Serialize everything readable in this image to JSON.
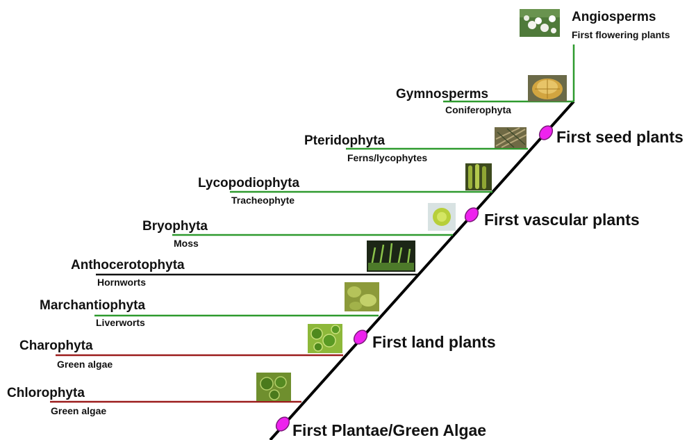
{
  "clades": [
    {
      "id": "chlorophyta",
      "name": "Chlorophyta",
      "sub": "Green algae",
      "color": "#9b1c1c",
      "photo": "green-algae-cells-photo"
    },
    {
      "id": "charophyta",
      "name": "Charophyta",
      "sub": "Green algae",
      "color": "#9b1c1c",
      "photo": "charophyta-cells-photo"
    },
    {
      "id": "marchantiophyta",
      "name": "Marchantiophyta",
      "sub": "Liverworts",
      "color": "#2e9a2e",
      "photo": "liverwort-photo"
    },
    {
      "id": "anthocerotophyta",
      "name": "Anthocerotophyta",
      "sub": "Hornworts",
      "color": "#111111",
      "photo": "hornwort-photo"
    },
    {
      "id": "bryophyta",
      "name": "Bryophyta",
      "sub": "Moss",
      "color": "#2e9a2e",
      "photo": "moss-photo"
    },
    {
      "id": "lycopodiophyta",
      "name": "Lycopodiophyta",
      "sub": "Tracheophyte",
      "color": "#2e9a2e",
      "photo": "lycopod-photo"
    },
    {
      "id": "pteridophyta",
      "name": "Pteridophyta",
      "sub": "Ferns/lycophytes",
      "color": "#2e9a2e",
      "photo": "fern-photo"
    },
    {
      "id": "gymnosperms",
      "name": "Gymnosperms",
      "sub": "Coniferophyta",
      "color": "#2e9a2e",
      "photo": "cone-photo"
    }
  ],
  "angiosperms": {
    "name": "Angiosperms",
    "sub": "First flowering plants",
    "color": "#2e9a2e",
    "photo": "flowers-photo"
  },
  "milestones": [
    {
      "id": "plantae",
      "label": "First Plantae/Green Algae"
    },
    {
      "id": "land",
      "label": "First land plants"
    },
    {
      "id": "vascular",
      "label": "First vascular plants"
    },
    {
      "id": "seed",
      "label": "First seed plants"
    }
  ],
  "colors": {
    "trunk": "#000000",
    "node_fill": "#ee22ee",
    "node_stroke": "#7a1a7a",
    "algae_line": "#9b1c1c",
    "land_line": "#2e9a2e"
  }
}
